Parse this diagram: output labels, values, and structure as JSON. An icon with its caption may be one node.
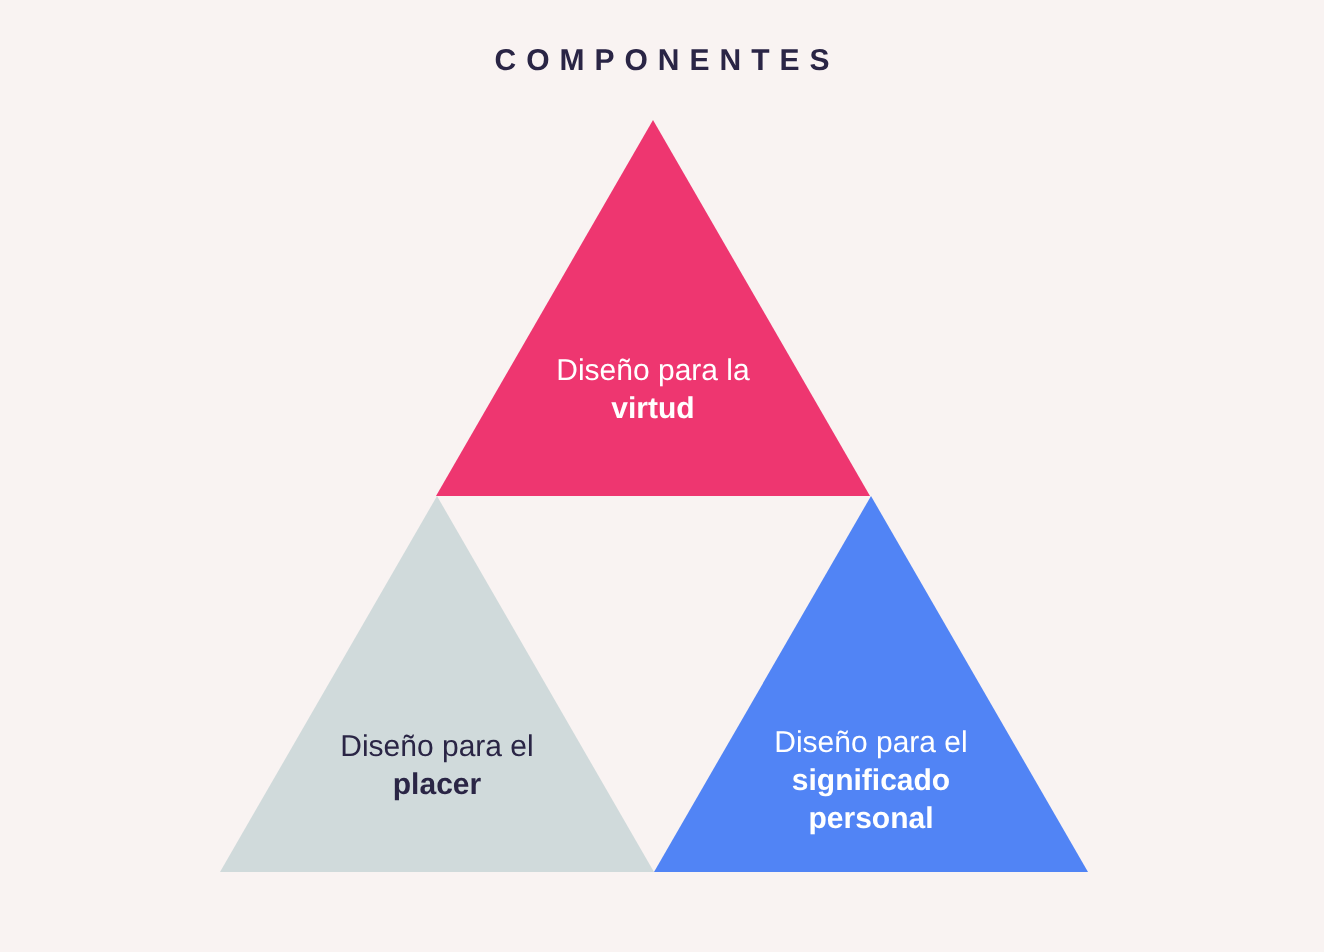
{
  "diagram": {
    "title": "COMPONENTES",
    "nodes": [
      {
        "text": [
          "Diseño para la **virtud**"
        ]
      },
      {
        "text": [
          "Diseño para el **placer**"
        ]
      },
      {
        "text": [
          "Diseño para el **significado personal**"
        ]
      }
    ]
  }
}
